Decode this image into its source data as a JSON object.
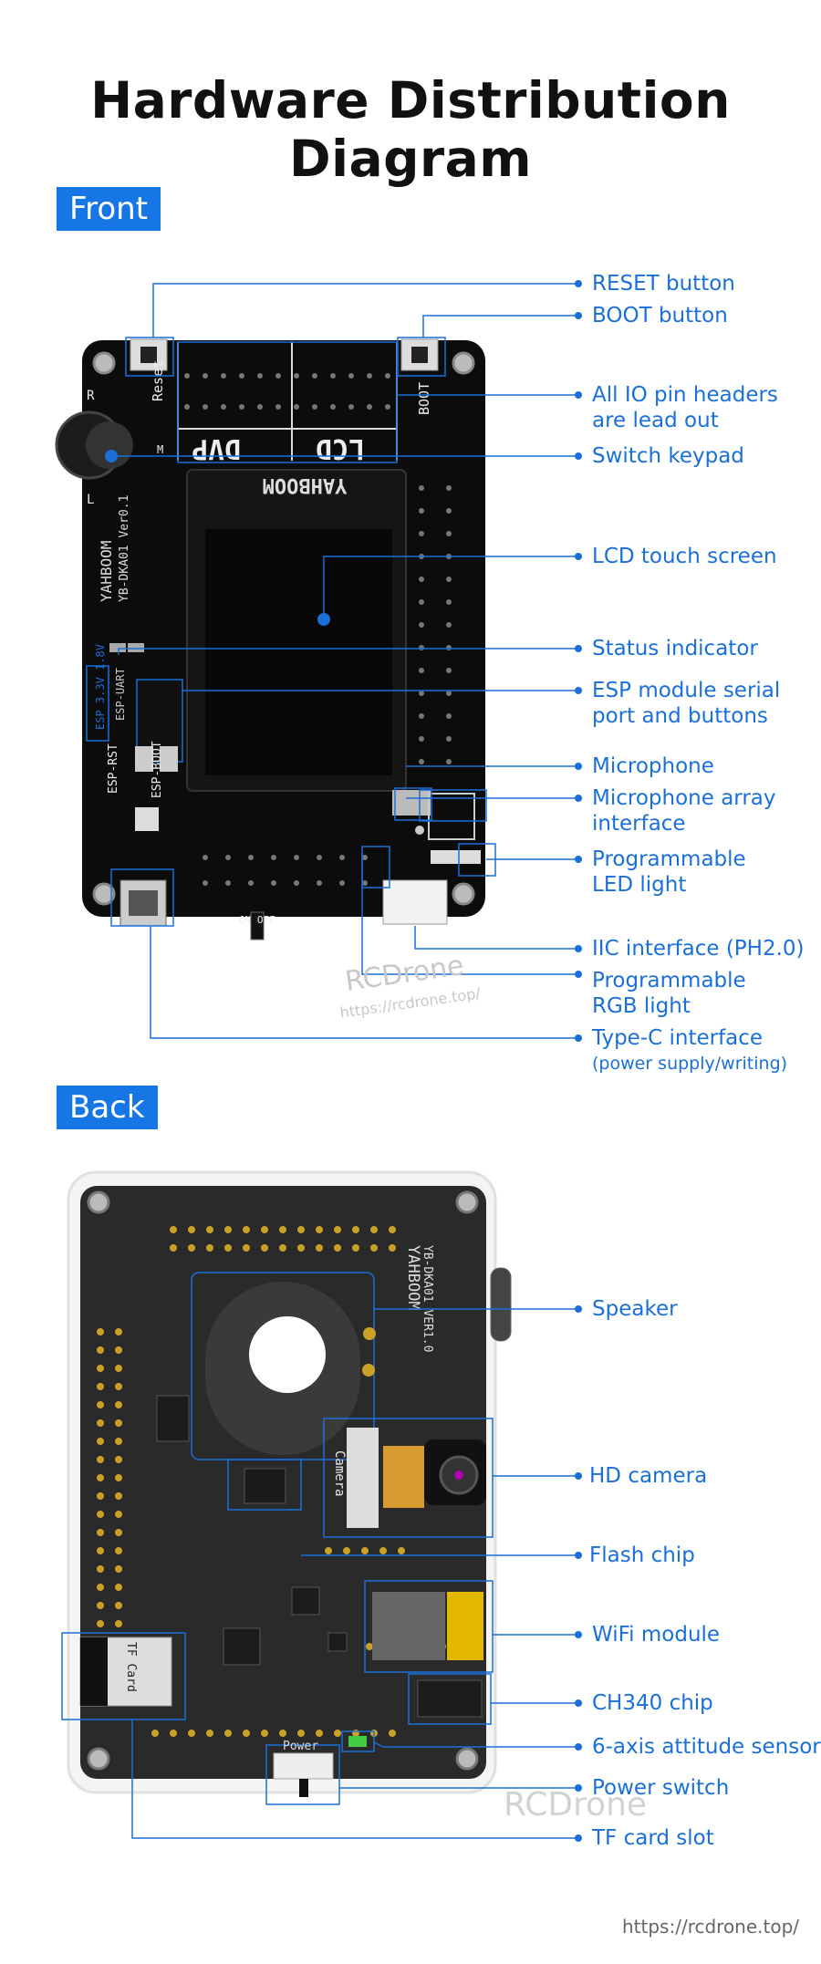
{
  "title": "Hardware Distribution Diagram",
  "front": {
    "tag": "Front",
    "silk": {
      "reset": "Reset",
      "boot": "BOOT",
      "dvp": "DVP",
      "lcd": "LCD",
      "brand": "YAHBOOM",
      "model": "YB-DKA01 Ver0.1",
      "esp_rst": "ESP-RST",
      "esp_boot": "ESP-BOOT",
      "esp_volt": "ESP 3.3V 1.8V",
      "esp_uart": "ESP-UART",
      "power": "ON  OFF",
      "r": "R",
      "l": "L",
      "m": "M"
    },
    "labels": [
      {
        "line1": "RESET button",
        "line2": ""
      },
      {
        "line1": "BOOT button",
        "line2": ""
      },
      {
        "line1": "All IO pin headers",
        "line2": "are lead out"
      },
      {
        "line1": "Switch keypad",
        "line2": ""
      },
      {
        "line1": "LCD touch screen",
        "line2": ""
      },
      {
        "line1": "Status indicator",
        "line2": ""
      },
      {
        "line1": "ESP module serial",
        "line2": "port and buttons"
      },
      {
        "line1": "Microphone",
        "line2": ""
      },
      {
        "line1": "Microphone array",
        "line2": "interface"
      },
      {
        "line1": "Programmable",
        "line2": "LED light"
      },
      {
        "line1": "IIC interface (PH2.0)",
        "line2": ""
      },
      {
        "line1": "Programmable",
        "line2": "RGB light"
      },
      {
        "line1": "Type-C interface",
        "line2": "(power supply/writing)"
      }
    ]
  },
  "back": {
    "tag": "Back",
    "silk": {
      "brand": "YAHBOOM",
      "model": "YB-DKA01 VER1.0",
      "camera": "Camera",
      "tf": "TF Card",
      "power": "Power"
    },
    "labels": [
      {
        "line1": "Speaker"
      },
      {
        "line1": "HD camera"
      },
      {
        "line1": "Flash chip"
      },
      {
        "line1": "WiFi module"
      },
      {
        "line1": "CH340 chip"
      },
      {
        "line1": "6-axis attitude sensor"
      },
      {
        "line1": "Power switch"
      },
      {
        "line1": "TF card slot"
      }
    ]
  },
  "watermark": {
    "brand": "RCDrone",
    "url": "https://rcdrone.top/",
    "footer_url": "https://rcdrone.top/"
  },
  "colors": {
    "accent": "#1676e6",
    "label": "#1a6fd8",
    "board_front": "#0c0c0c",
    "board_back": "#2a2a2a"
  }
}
